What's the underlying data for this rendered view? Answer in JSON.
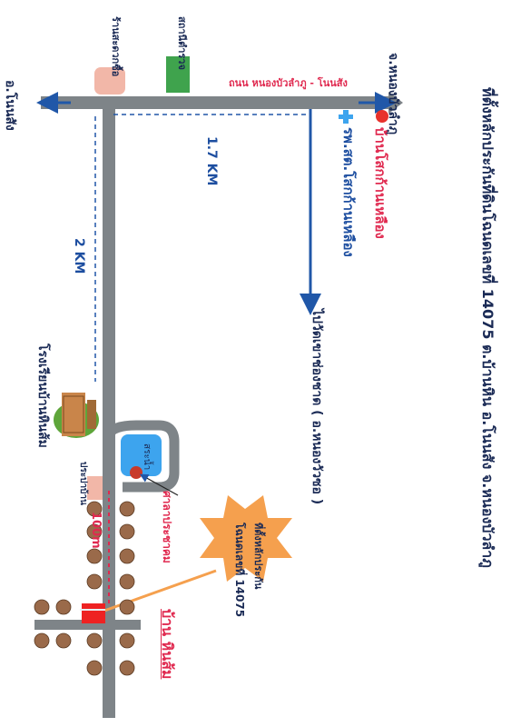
{
  "title": "ที่ตั้งหลักประกันที่ดินโฉนดเลขที่ 14075 ต.บ้านหิน อ.โนนสัง จ.หนองบัวลำภู",
  "labels": {
    "road_name": "ถนน หนองบัวลำภู - โนนสัง",
    "to_nongbua": "จ.หนองบัวลำภู",
    "to_nonsang": "อ.โนนสัง",
    "police": "สถานีตำรวจ",
    "shop": "ร้านสะดวกซื้อ",
    "village_baan_sok": "บ้านโสกก้านเหลือง",
    "hospital": "รพ.สต.โสกก้านเหลือง",
    "dist_1_7": "1.7 KM",
    "dist_2": "2 KM",
    "to_temple": "ไปวัดเขาช่องชาด ( อ.หนองวัวซอ )",
    "school": "โรงเรียนบ้านหินส้ม",
    "pond": "สระน้ำ",
    "hall": "ศาลาประชาคม",
    "water_tower": "ประปาบ้าน",
    "dist_100m": "100m",
    "star_line1": "ที่ตั้งหลักประกัน",
    "star_line2": "โฉนดเลขที่ 14075",
    "village_hinsom": "บ้าน หินส้ม"
  },
  "colors": {
    "road": "#7e8488",
    "title": "#1a2a55",
    "red_text": "#e0294f",
    "blue_text": "#1d4ea0",
    "arrow": "#2057a8",
    "star": "#f5a04e",
    "pond": "#3da4ee",
    "police": "#3fa34d",
    "shop": "#f2b7a8",
    "marker": "#e8322c",
    "plot": "#ee2222"
  }
}
